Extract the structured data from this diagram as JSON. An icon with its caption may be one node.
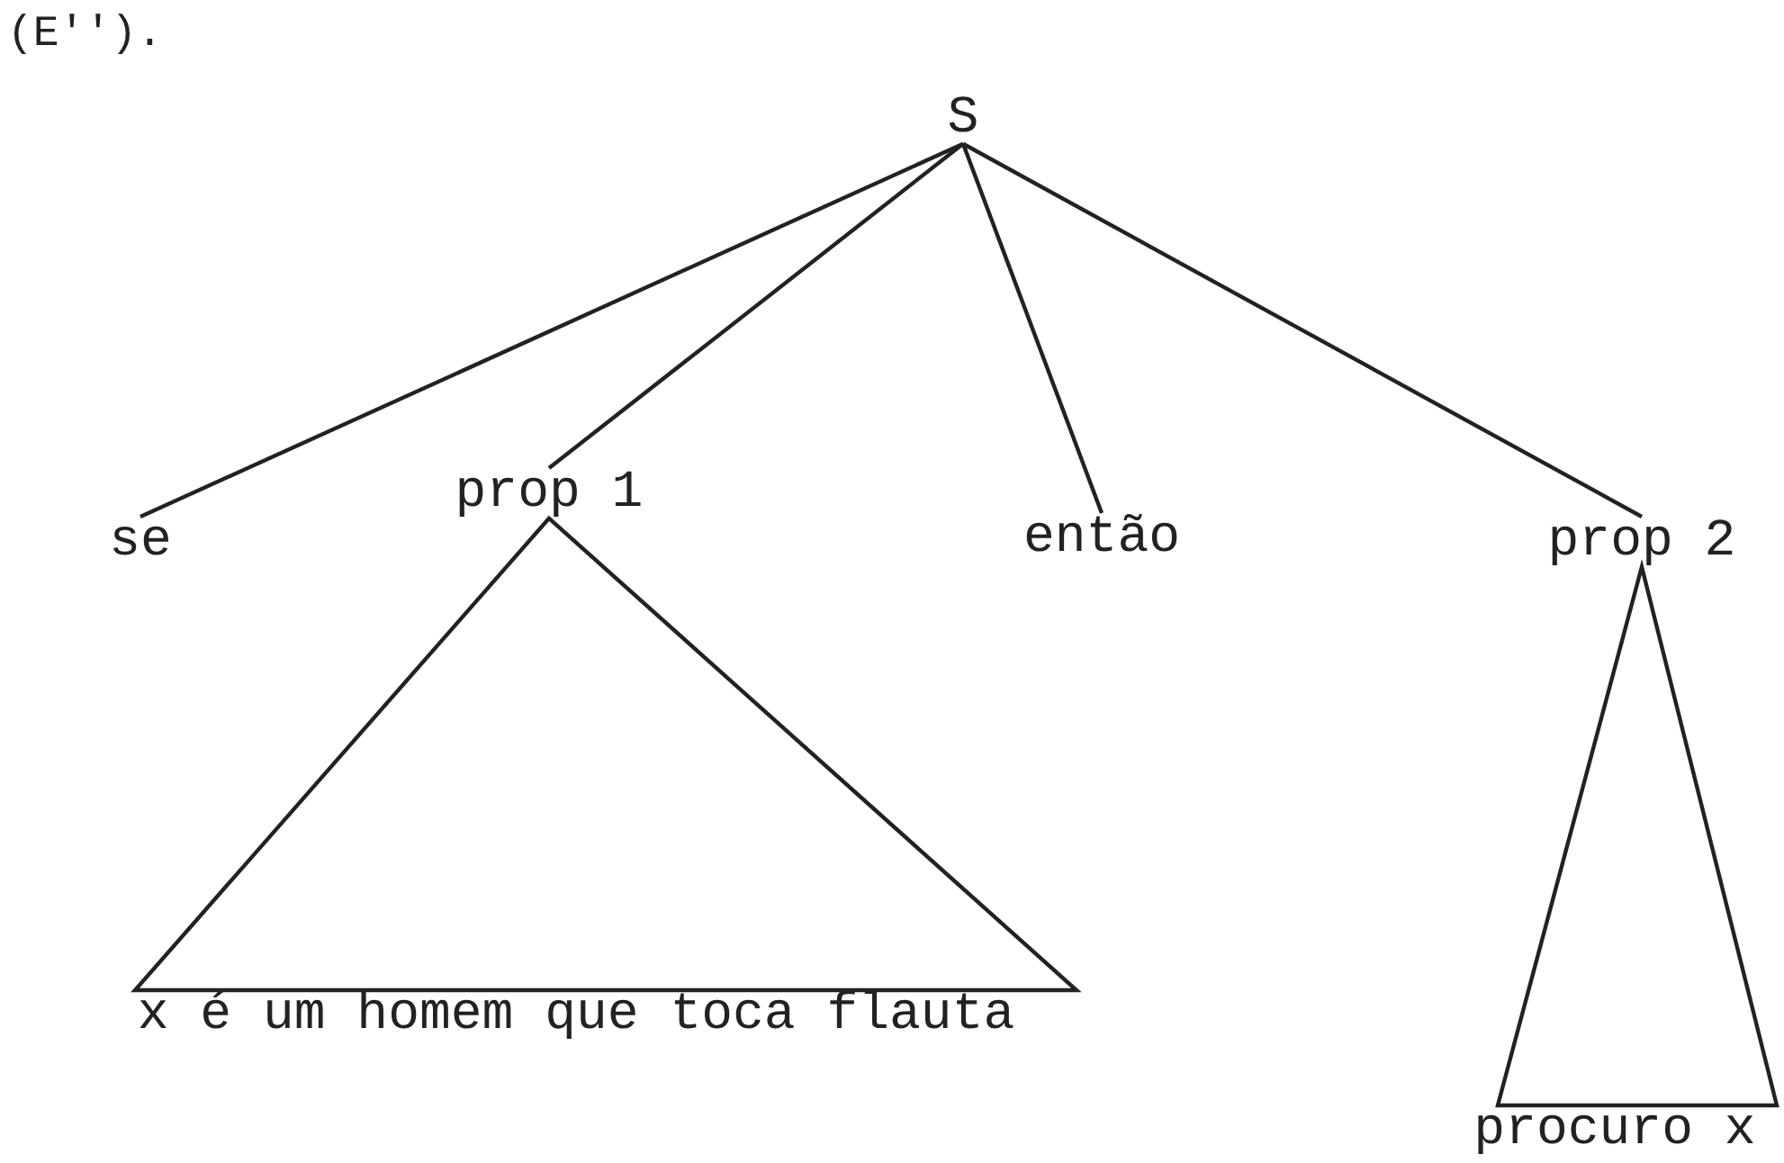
{
  "diagram": {
    "nodes": [
      {
        "text": [
          "S"
        ]
      },
      {
        "text": [
          "se"
        ]
      },
      {
        "text": [
          "prop 1"
        ]
      },
      {
        "text": [
          "então"
        ]
      },
      {
        "text": [
          "prop 2"
        ]
      },
      {
        "text": [
          "x é um homem que toca flauta"
        ]
      },
      {
        "text": [
          "procuro x"
        ]
      }
    ],
    "edges": [
      {
        "from": 0,
        "to": 1,
        "arrow": "none"
      },
      {
        "from": 0,
        "to": 2,
        "arrow": "none"
      },
      {
        "from": 0,
        "to": 3,
        "arrow": "none"
      },
      {
        "from": 0,
        "to": 4,
        "arrow": "none"
      },
      {
        "from": 2,
        "to": 5,
        "arrow": "none"
      },
      {
        "from": 4,
        "to": 6,
        "arrow": "none"
      }
    ],
    "labels": [
      "(E'')."
    ]
  }
}
